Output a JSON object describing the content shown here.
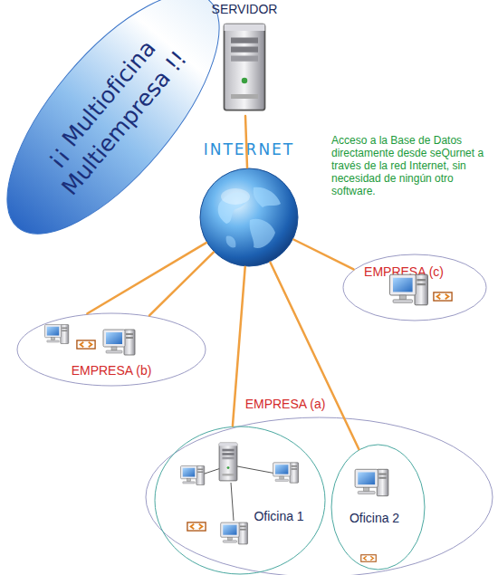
{
  "diagram": {
    "nodes": [
      {
        "text": [
          "¡¡ Multioficina Multiempresa !!"
        ]
      },
      {
        "text": [
          "SERVIDOR"
        ]
      },
      {
        "text": [
          "INTERNET"
        ]
      },
      {
        "text": [
          "EMPRESA (c)"
        ]
      },
      {
        "text": [
          "EMPRESA (b)"
        ]
      },
      {
        "text": [
          "EMPRESA (a)"
        ]
      },
      {
        "text": [
          "Oficina 1"
        ],
        "in": 5
      },
      {
        "text": [
          "Oficina 2"
        ],
        "in": 5
      }
    ],
    "edges": [
      {
        "from": 1,
        "to": 2,
        "arrow": "none"
      },
      {
        "from": 2,
        "to": 4,
        "arrow": "none"
      },
      {
        "from": 2,
        "to": 4,
        "arrow": "none"
      },
      {
        "from": 2,
        "to": 3,
        "arrow": "none"
      },
      {
        "from": 2,
        "to": 6,
        "arrow": "none"
      },
      {
        "from": 2,
        "to": 7,
        "arrow": "none"
      }
    ],
    "labels": [
      "Acceso a la Base de Datos directamente desde seQurnet a través de la red Internet, sin necesidad de ningún otro software."
    ]
  }
}
